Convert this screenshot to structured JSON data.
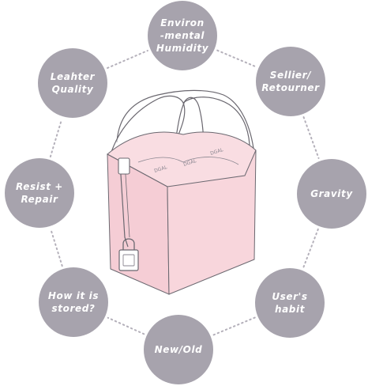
{
  "diagram": {
    "colors": {
      "node_fill": "#a7a3ad",
      "node_text": "#ffffff",
      "connector": "#b4b0ba",
      "bag_fill": "#f7d3d9",
      "bag_side": "#f2c4cc",
      "bag_outline": "#6b6870"
    },
    "nodes": [
      {
        "id": "humidity",
        "lines": [
          "Environ",
          "-mental",
          "Humidity"
        ]
      },
      {
        "id": "sellier",
        "lines": [
          "Sellier/",
          "Retourner"
        ]
      },
      {
        "id": "gravity",
        "lines": [
          "Gravity"
        ]
      },
      {
        "id": "habit",
        "lines": [
          "User's",
          "habit"
        ]
      },
      {
        "id": "new-old",
        "lines": [
          "New/Old"
        ]
      },
      {
        "id": "stored",
        "lines": [
          "How it is",
          "stored?"
        ]
      },
      {
        "id": "resist",
        "lines": [
          "Resist +",
          "Repair"
        ]
      },
      {
        "id": "leather",
        "lines": [
          "Leahter",
          "Quality"
        ]
      }
    ],
    "center_image": "pink-bucket-bag-illustration",
    "bag_tags": [
      "DGAL",
      "DGAL",
      "DGAL"
    ]
  }
}
